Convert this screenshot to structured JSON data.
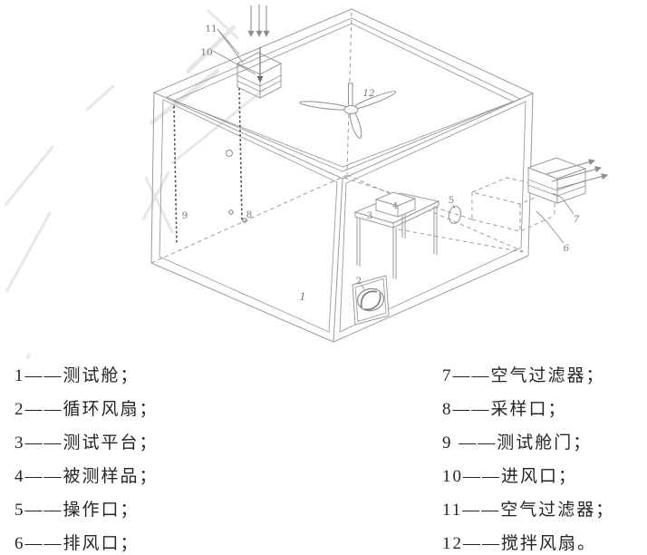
{
  "figure": {
    "title": "test-chamber-isometric-diagram",
    "part_labels": {
      "n1": "1",
      "n2": "2",
      "n3": "3",
      "n4": "4",
      "n5": "5",
      "n6": "6",
      "n7": "7",
      "n8": "8",
      "n9": "9",
      "n10": "10",
      "n11": "11",
      "n12": "12"
    }
  },
  "legend": {
    "left": [
      {
        "label": "1——测试舱；"
      },
      {
        "label": "2——循环风扇；"
      },
      {
        "label": "3——测试平台；"
      },
      {
        "label": "4——被测样品；"
      },
      {
        "label": "5——操作口；"
      },
      {
        "label": "6——排风口；"
      }
    ],
    "right": [
      {
        "label": "7——空气过滤器；"
      },
      {
        "label": "8——采样口；"
      },
      {
        "label": "9 ——测试舱门；"
      },
      {
        "label": "10——进风口；"
      },
      {
        "label": "11——空气过滤器；"
      },
      {
        "label": "12——搅拌风扇。"
      }
    ]
  },
  "colors": {
    "line": "#9b9b9b",
    "dark_line": "#4d4d4d",
    "part_label": "#7a7a7a",
    "legend_text": "#252525",
    "watermark": "#e3e6e6",
    "background": "#ffffff"
  }
}
